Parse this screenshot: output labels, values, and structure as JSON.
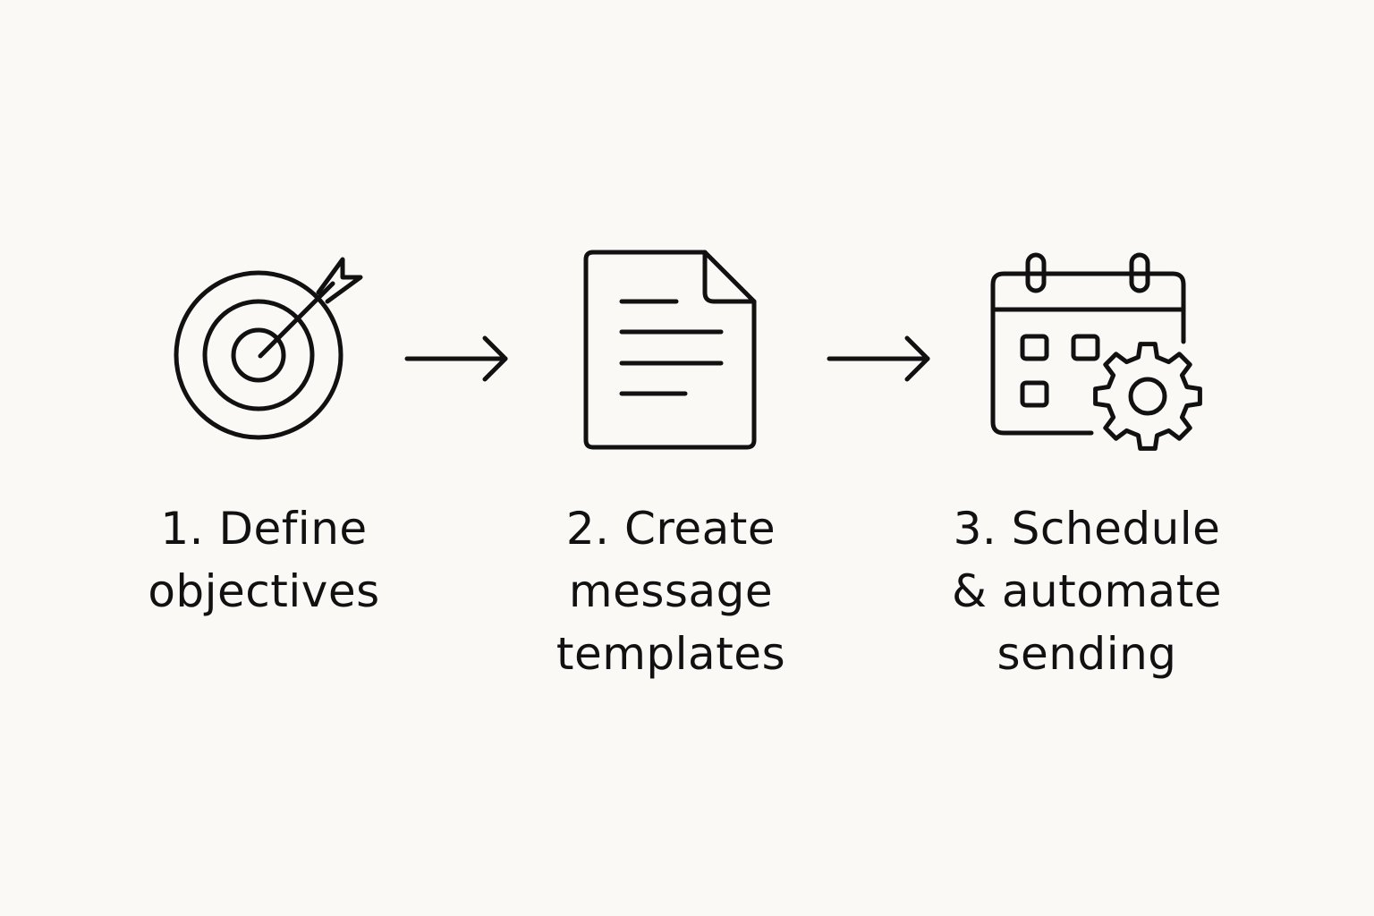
{
  "colors": {
    "background": "#faf9f6",
    "ink": "#111111"
  },
  "steps": [
    {
      "icon": "target-icon",
      "lines": [
        "1. Define",
        "objectives"
      ]
    },
    {
      "icon": "document-icon",
      "lines": [
        "2. Create",
        "message",
        "templates"
      ]
    },
    {
      "icon": "calendar-gear-icon",
      "lines": [
        "3. Schedule",
        "& automate",
        "sending"
      ]
    }
  ],
  "connectors": [
    "arrow-right-icon",
    "arrow-right-icon"
  ]
}
